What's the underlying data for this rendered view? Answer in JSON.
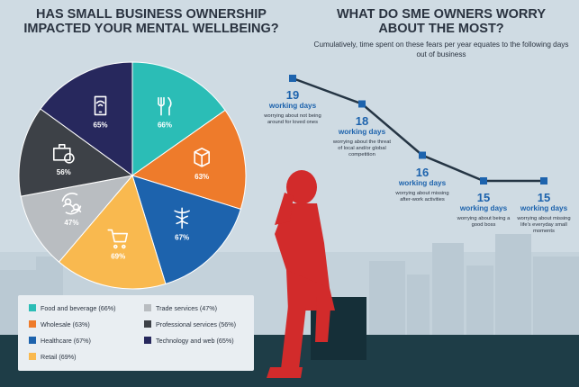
{
  "title_left": "HAS SMALL BUSINESS OWNERSHIP IMPACTED YOUR MENTAL WELLBEING?",
  "title_right": "WHAT DO SME OWNERS WORRY ABOUT THE MOST?",
  "subtitle_right": "Cumulatively, time spent on these fears per year equates to the following days out of business",
  "colors": {
    "teal": "#2bbdb6",
    "orange": "#ee7b2b",
    "blue": "#1d63ad",
    "yellow": "#f9b94f",
    "lightgrey": "#b9bdc1",
    "darkgrey": "#3d4147",
    "navy": "#27285d",
    "red": "#d22b2b",
    "line": "#253544"
  },
  "chart_data": [
    {
      "type": "pie",
      "slices": [
        {
          "label": "Food and beverage",
          "value": 66,
          "display": "66%",
          "legend": "Food and beverage (66%)",
          "color": "#2bbdb6",
          "icon": "fork-knife-icon"
        },
        {
          "label": "Wholesale",
          "value": 63,
          "display": "63%",
          "legend": "Wholesale (63%)",
          "color": "#ee7b2b",
          "icon": "box-icon"
        },
        {
          "label": "Healthcare",
          "value": 67,
          "display": "67%",
          "legend": "Healthcare (67%)",
          "color": "#1d63ad",
          "icon": "caduceus-icon"
        },
        {
          "label": "Retail",
          "value": 69,
          "display": "69%",
          "legend": "Retail (69%)",
          "color": "#f9b94f",
          "icon": "shopping-cart-icon"
        },
        {
          "label": "Trade services",
          "value": 47,
          "display": "47%",
          "legend": "Trade services (47%)",
          "color": "#b9bdc1",
          "icon": "people-exchange-icon"
        },
        {
          "label": "Professional services",
          "value": 56,
          "display": "56%",
          "legend": "Professional services (56%)",
          "color": "#3d4147",
          "icon": "briefcase-dollar-icon"
        },
        {
          "label": "Technology and web",
          "value": 65,
          "display": "65%",
          "legend": "Technology and web (65%)",
          "color": "#27285d",
          "icon": "smartphone-wifi-icon"
        }
      ]
    },
    {
      "type": "line",
      "unit": "working days",
      "points": [
        {
          "value": 19,
          "description": "worrying about not being around for loved ones"
        },
        {
          "value": 18,
          "description": "worrying about the threat of local and/or global competition"
        },
        {
          "value": 16,
          "description": "worrying about missing after-work activities"
        },
        {
          "value": 15,
          "description": "worrying about being a good boss"
        },
        {
          "value": 15,
          "description": "worrying about missing life's everyday small moments"
        }
      ]
    }
  ]
}
